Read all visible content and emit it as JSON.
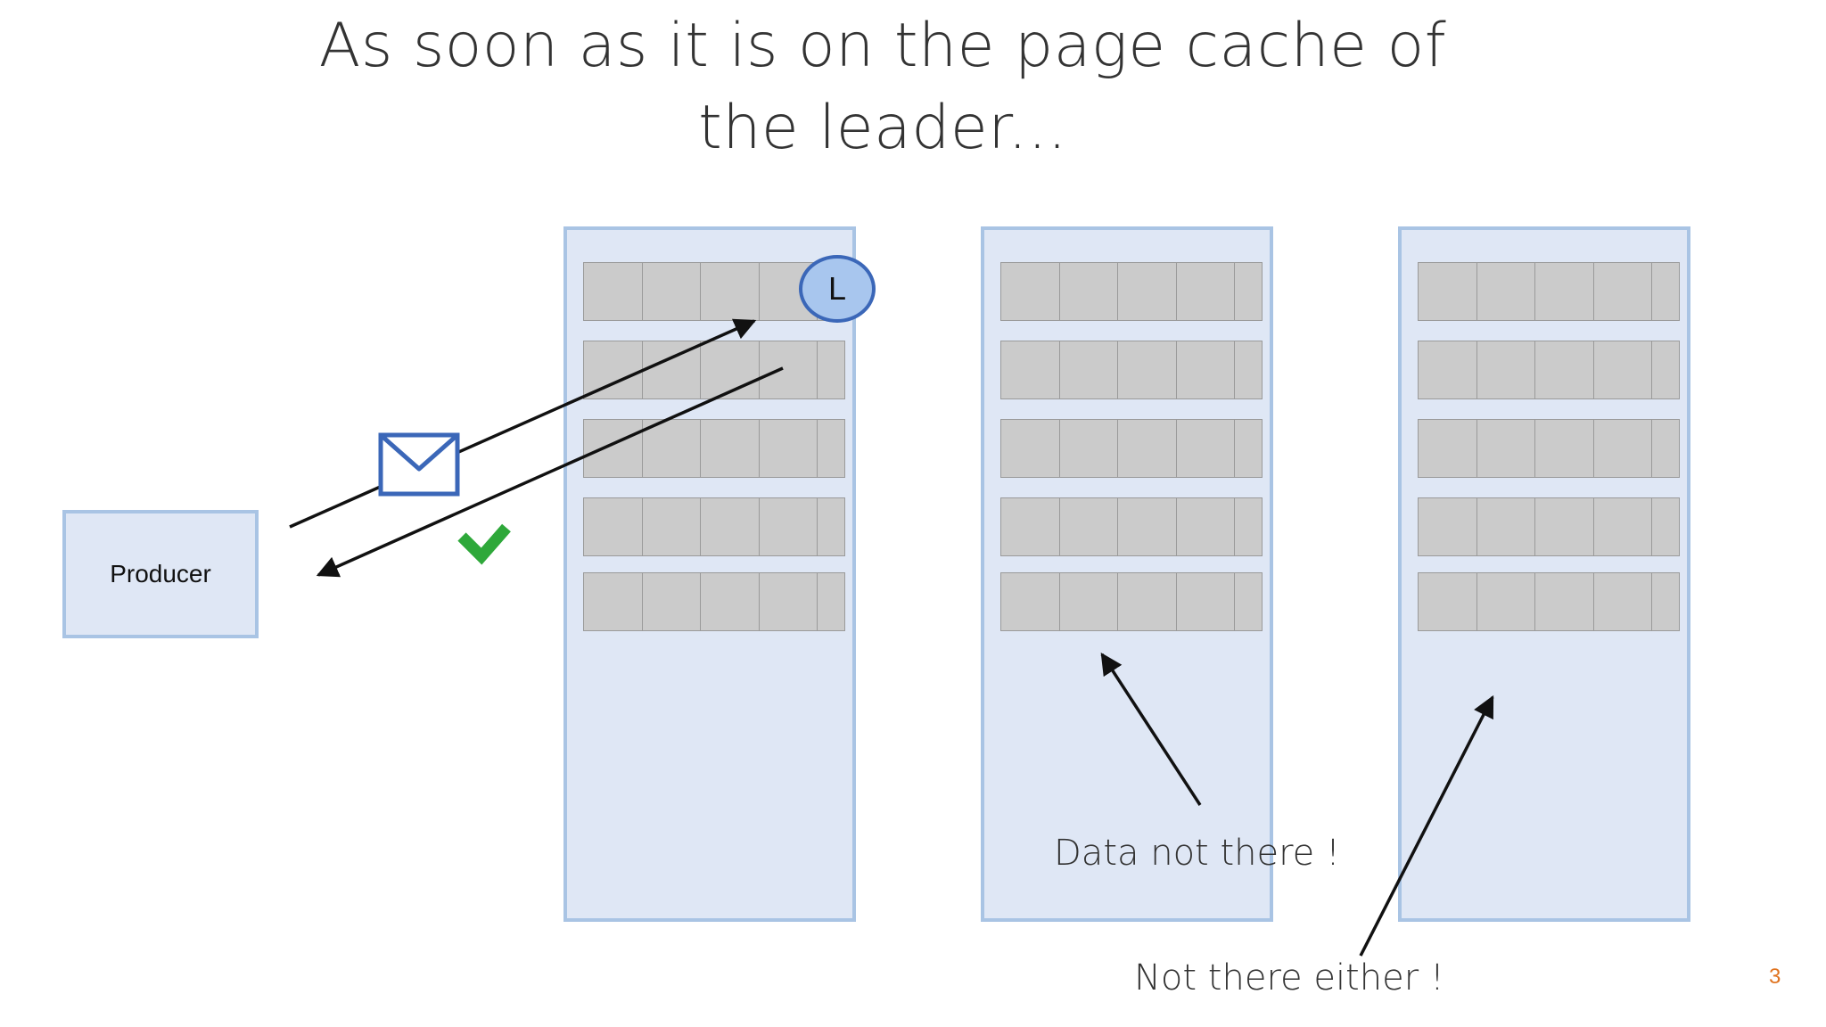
{
  "slide": {
    "title_line1": "As soon as it is on the page cache of",
    "title_line2": "the leader...",
    "producer_label": "Producer",
    "leader_badge": "L",
    "annotation_middle": "Data not there !",
    "annotation_right": "Not there either !",
    "page_number": "3"
  },
  "icons": {
    "message": "envelope-icon",
    "ack": "checkmark-icon"
  },
  "colors": {
    "broker_fill": "#dfe7f5",
    "broker_border": "#a9c4e4",
    "cell_fill": "#cbcbcb",
    "leader_fill": "#a8c6ee",
    "leader_border": "#3b67b8",
    "envelope_stroke": "#3b67b8",
    "checkmark": "#2ea83a",
    "page_number": "#e0731f"
  }
}
